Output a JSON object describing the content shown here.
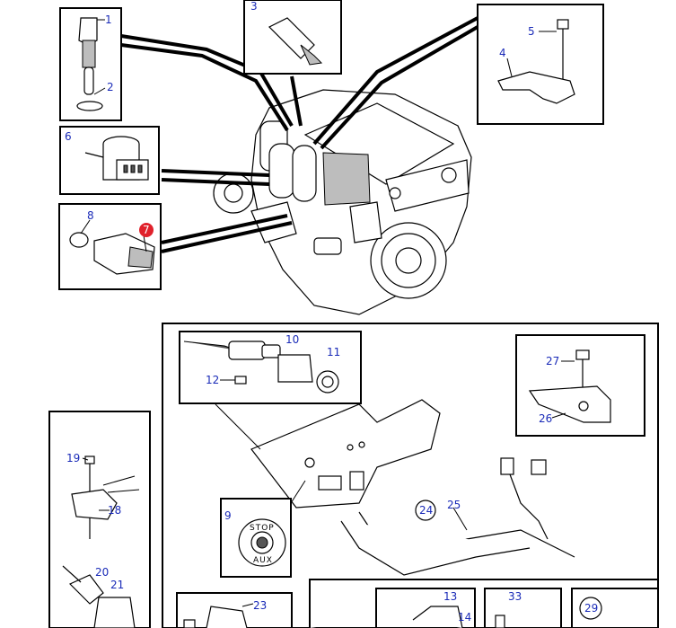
{
  "callouts": {
    "c1": "1",
    "c2": "2",
    "c3": "3",
    "c4": "4",
    "c5": "5",
    "c6": "6",
    "c7": "7",
    "c8": "8",
    "c9": "9",
    "c10": "10",
    "c11": "11",
    "c12": "12",
    "c13": "13",
    "c14": "14",
    "c18": "18",
    "c19": "19",
    "c20": "20",
    "c21": "21",
    "c23": "23",
    "c24": "24",
    "c25": "25",
    "c26": "26",
    "c27": "27",
    "c29": "29",
    "c33": "33"
  },
  "panel_label": {
    "line1": "STOP",
    "line2": "AUX"
  },
  "colors": {
    "callout_text": "#1a2bb8",
    "highlight_marker": "#e0212b"
  }
}
